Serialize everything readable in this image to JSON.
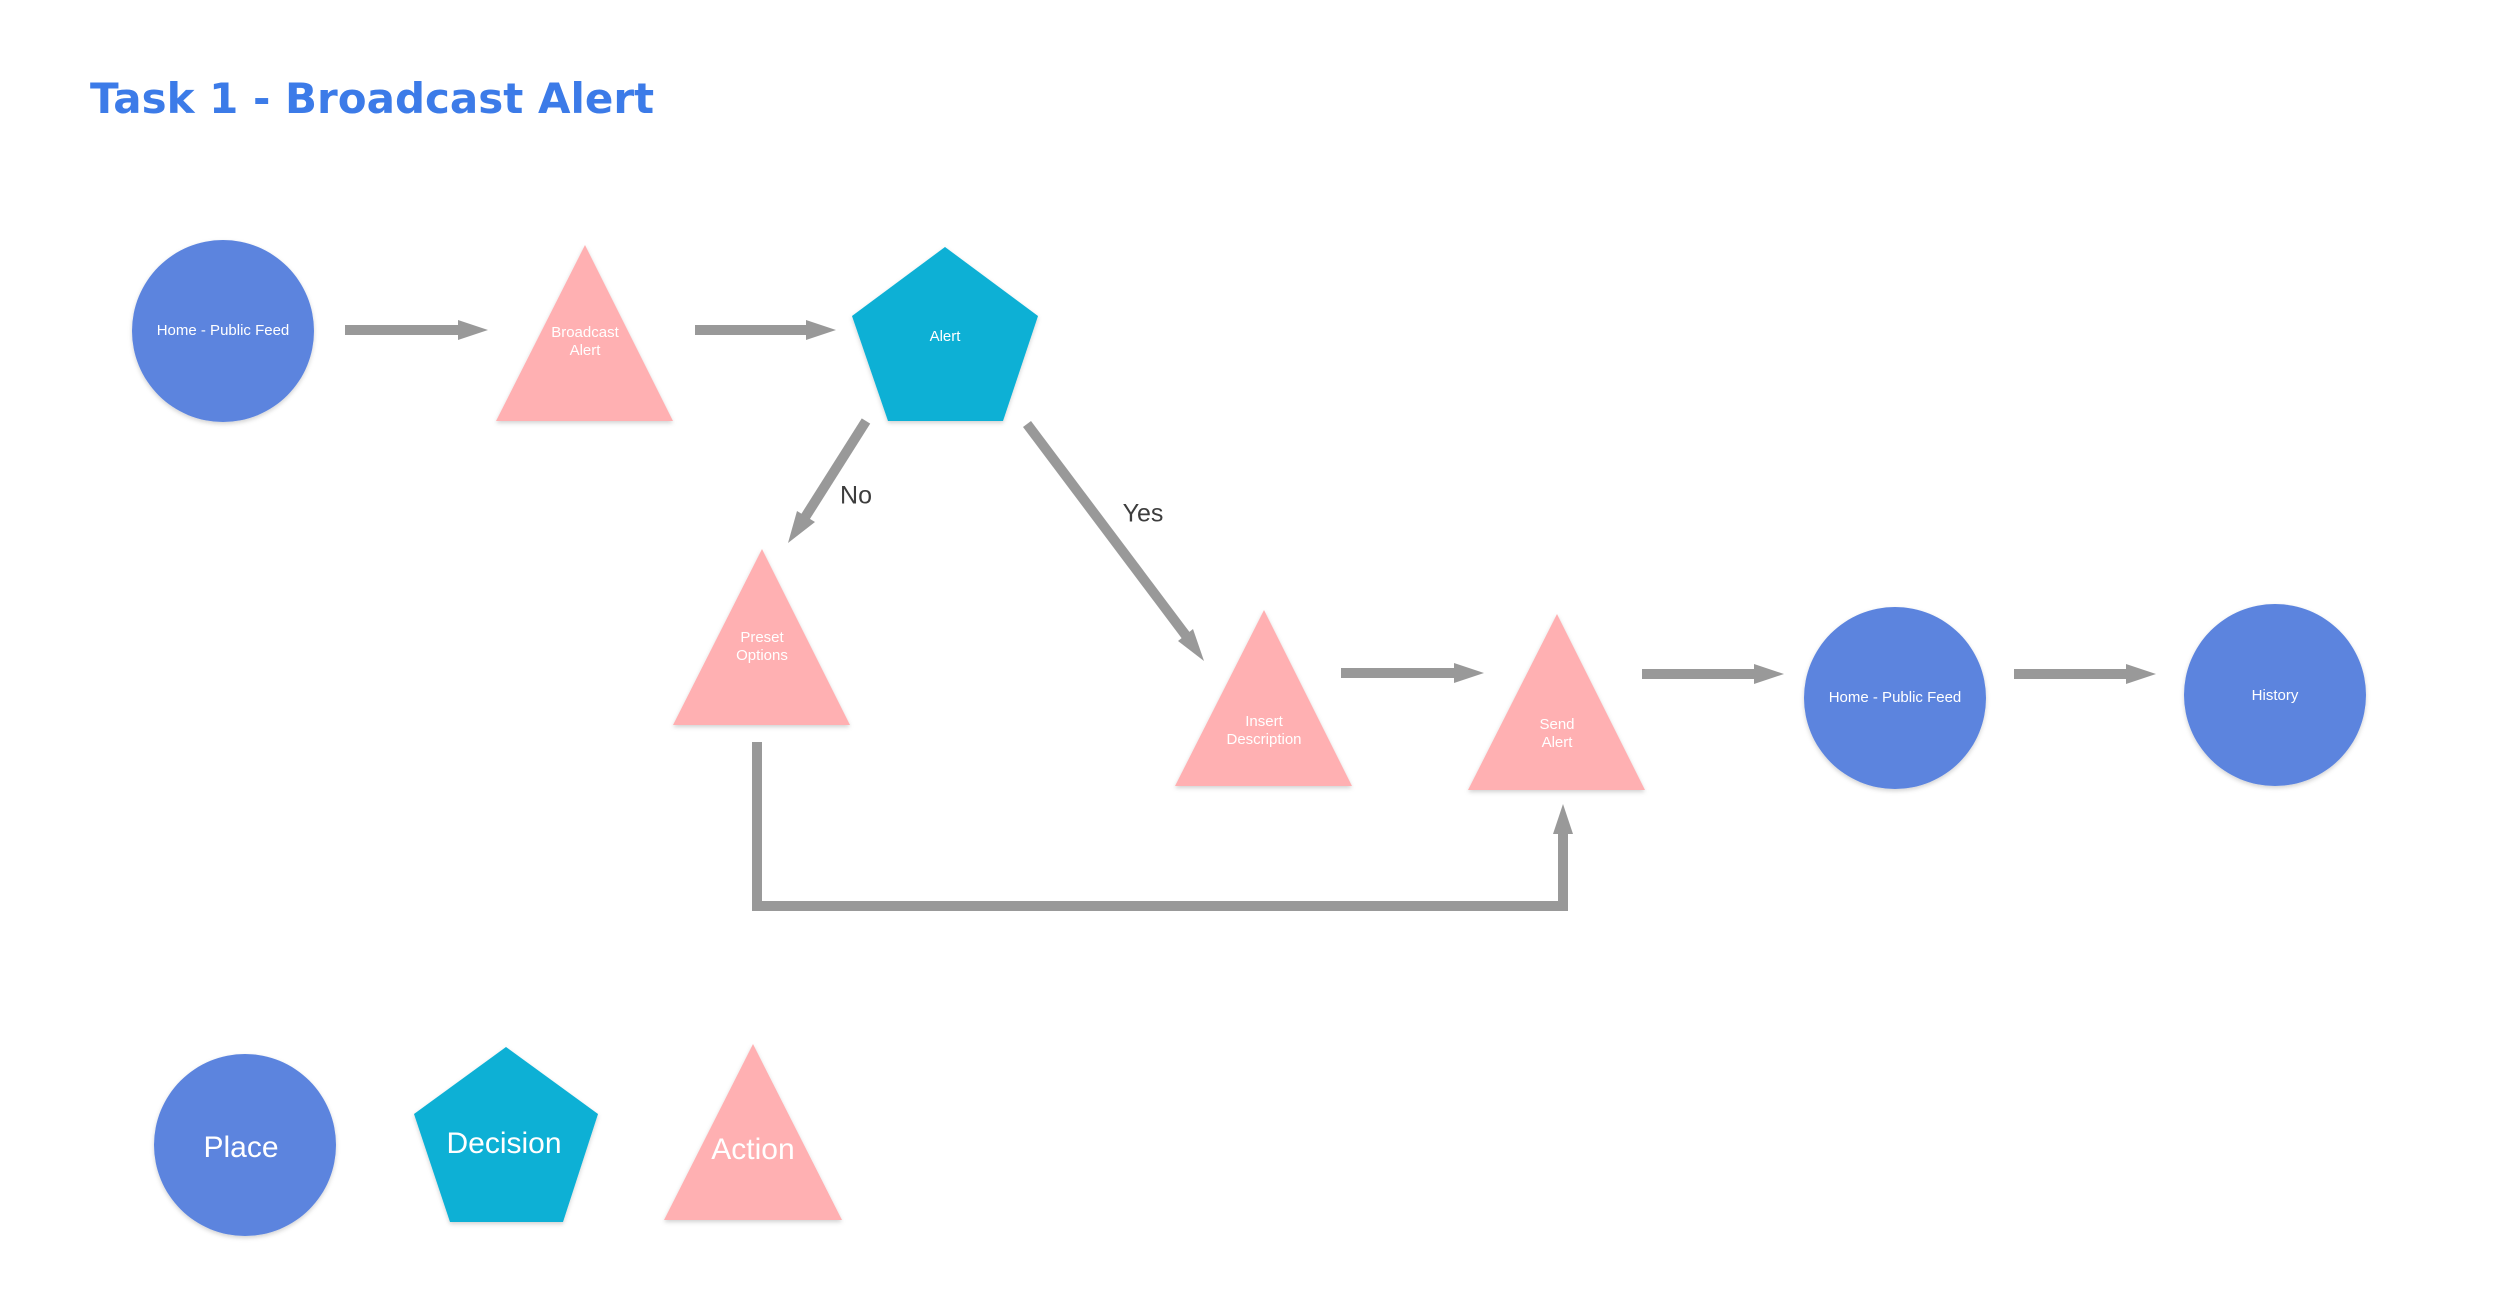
{
  "page": {
    "title": "Task 1 - Broadcast Alert"
  },
  "colors": {
    "title": "#3c7be8",
    "place": "#5b84de",
    "decision": "#08b0d5",
    "action": "#ffb0b2",
    "edge": "#999999",
    "node_text": "#ffffff",
    "edge_text": "#3d3d3d"
  },
  "nodes": [
    {
      "id": "home1",
      "kind": "place",
      "lines": [
        "Home - Public Feed"
      ]
    },
    {
      "id": "broadcast",
      "kind": "action",
      "lines": [
        "Broadcast",
        "Alert"
      ]
    },
    {
      "id": "alert",
      "kind": "decision",
      "lines": [
        "Alert"
      ]
    },
    {
      "id": "preset",
      "kind": "action",
      "lines": [
        "Preset",
        "Options"
      ]
    },
    {
      "id": "insert",
      "kind": "action",
      "lines": [
        "Insert",
        "Description"
      ]
    },
    {
      "id": "send",
      "kind": "action",
      "lines": [
        "Send",
        "Alert"
      ]
    },
    {
      "id": "home2",
      "kind": "place",
      "lines": [
        "Home - Public Feed"
      ]
    },
    {
      "id": "history",
      "kind": "place",
      "lines": [
        "History"
      ]
    }
  ],
  "edges": [
    {
      "from": "home1",
      "to": "broadcast",
      "label": ""
    },
    {
      "from": "broadcast",
      "to": "alert",
      "label": ""
    },
    {
      "from": "alert",
      "to": "preset",
      "label": "No"
    },
    {
      "from": "alert",
      "to": "insert",
      "label": "Yes"
    },
    {
      "from": "insert",
      "to": "send",
      "label": ""
    },
    {
      "from": "preset",
      "to": "send",
      "label": ""
    },
    {
      "from": "send",
      "to": "home2",
      "label": ""
    },
    {
      "from": "home2",
      "to": "history",
      "label": ""
    }
  ],
  "legend": {
    "place": "Place",
    "decision": "Decision",
    "action": "Action"
  }
}
